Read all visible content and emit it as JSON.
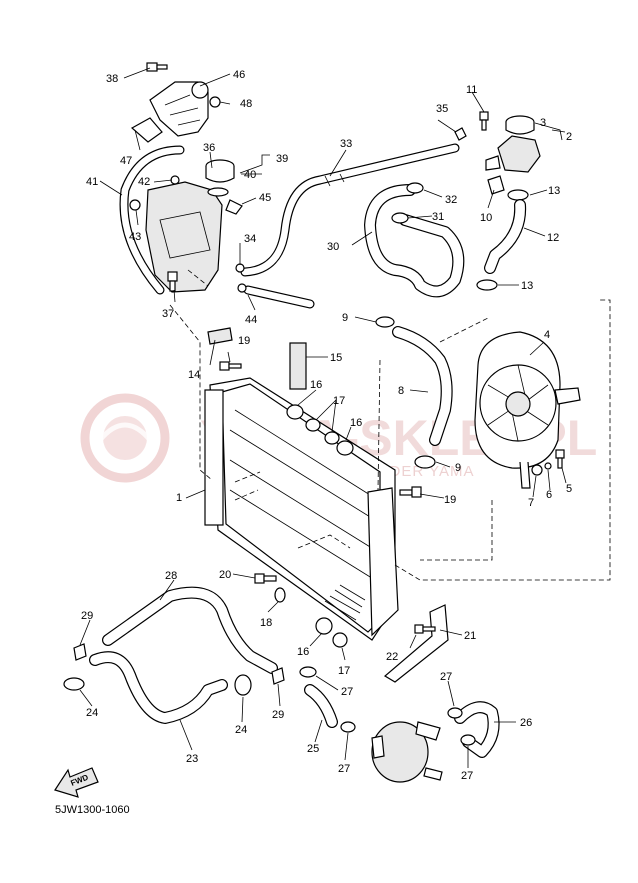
{
  "watermark": {
    "brand": "YAMA-SKLEP.PL",
    "tagline": "WOJTECHOWICZ & LODER YAMA"
  },
  "ref_code": "5JW1300-1060",
  "fwd_mark": "FWD",
  "labels": {
    "p1": "1",
    "p2": "2",
    "p3": "3",
    "p4": "4",
    "p5": "5",
    "p6": "6",
    "p7": "7",
    "p8": "8",
    "p9a": "9",
    "p9b": "9",
    "p10": "10",
    "p11": "11",
    "p12": "12",
    "p13a": "13",
    "p13b": "13",
    "p14": "14",
    "p15": "15",
    "p16a": "16",
    "p16b": "16",
    "p16c": "16",
    "p17a": "17",
    "p17b": "17",
    "p18": "18",
    "p19a": "19",
    "p19b": "19",
    "p20": "20",
    "p21": "21",
    "p22": "22",
    "p23": "23",
    "p24a": "24",
    "p24b": "24",
    "p25": "25",
    "p26": "26",
    "p27a": "27",
    "p27b": "27",
    "p27c": "27",
    "p27d": "27",
    "p28": "28",
    "p29a": "29",
    "p29b": "29",
    "p30": "30",
    "p31": "31",
    "p32": "32",
    "p33": "33",
    "p34": "34",
    "p35": "35",
    "p36": "36",
    "p37": "37",
    "p38": "38",
    "p39": "39",
    "p40": "40",
    "p41": "41",
    "p42": "42",
    "p43": "43",
    "p44": "44",
    "p45": "45",
    "p46": "46",
    "p47": "47",
    "p48": "48"
  }
}
